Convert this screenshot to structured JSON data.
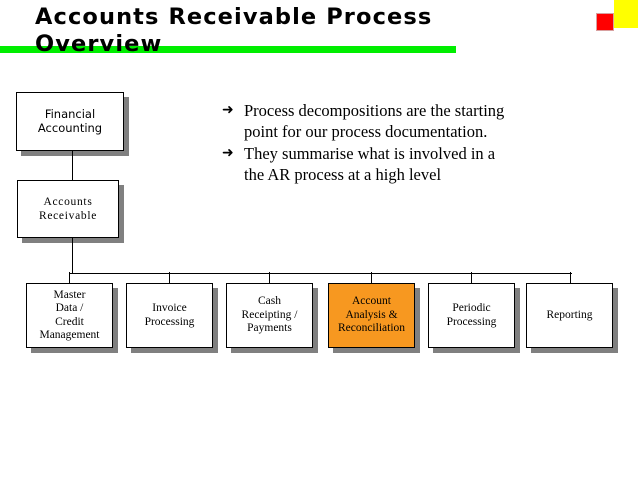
{
  "slide": {
    "title": "Accounts Receivable Process\nOverview",
    "accent_green": "#00EE00",
    "deco_yellow": "#FFFF00",
    "deco_red": "#FF0000",
    "highlight_orange": "#F79820",
    "shadow_gray": "#808080"
  },
  "bullets": [
    {
      "marker": "➜",
      "text": "Process decompositions are the starting\npoint for our process documentation."
    },
    {
      "marker": "➜",
      "text": "They summarise what is involved in a\nthe AR process at a high level"
    }
  ],
  "chart_data": {
    "type": "diagram",
    "title": "Accounts Receivable Process Overview",
    "levels": [
      {
        "id": "financial-accounting",
        "label": "Financial\nAccounting",
        "highlighted": false
      },
      {
        "id": "accounts-receivable",
        "label": "Accounts\nReceivable",
        "highlighted": false
      }
    ],
    "leaves": [
      {
        "id": "master-data-credit-management",
        "label": "Master\nData /\nCredit\nManagement",
        "highlighted": false
      },
      {
        "id": "invoice-processing",
        "label": "Invoice\nProcessing",
        "highlighted": false
      },
      {
        "id": "cash-receipting-payments",
        "label": "Cash\nReceipting /\nPayments",
        "highlighted": false
      },
      {
        "id": "account-analysis-reconciliation",
        "label": "Account\nAnalysis &\nReconciliation",
        "highlighted": true
      },
      {
        "id": "periodic-processing",
        "label": "Periodic\nProcessing",
        "highlighted": false
      },
      {
        "id": "reporting",
        "label": "Reporting",
        "highlighted": false
      }
    ]
  }
}
